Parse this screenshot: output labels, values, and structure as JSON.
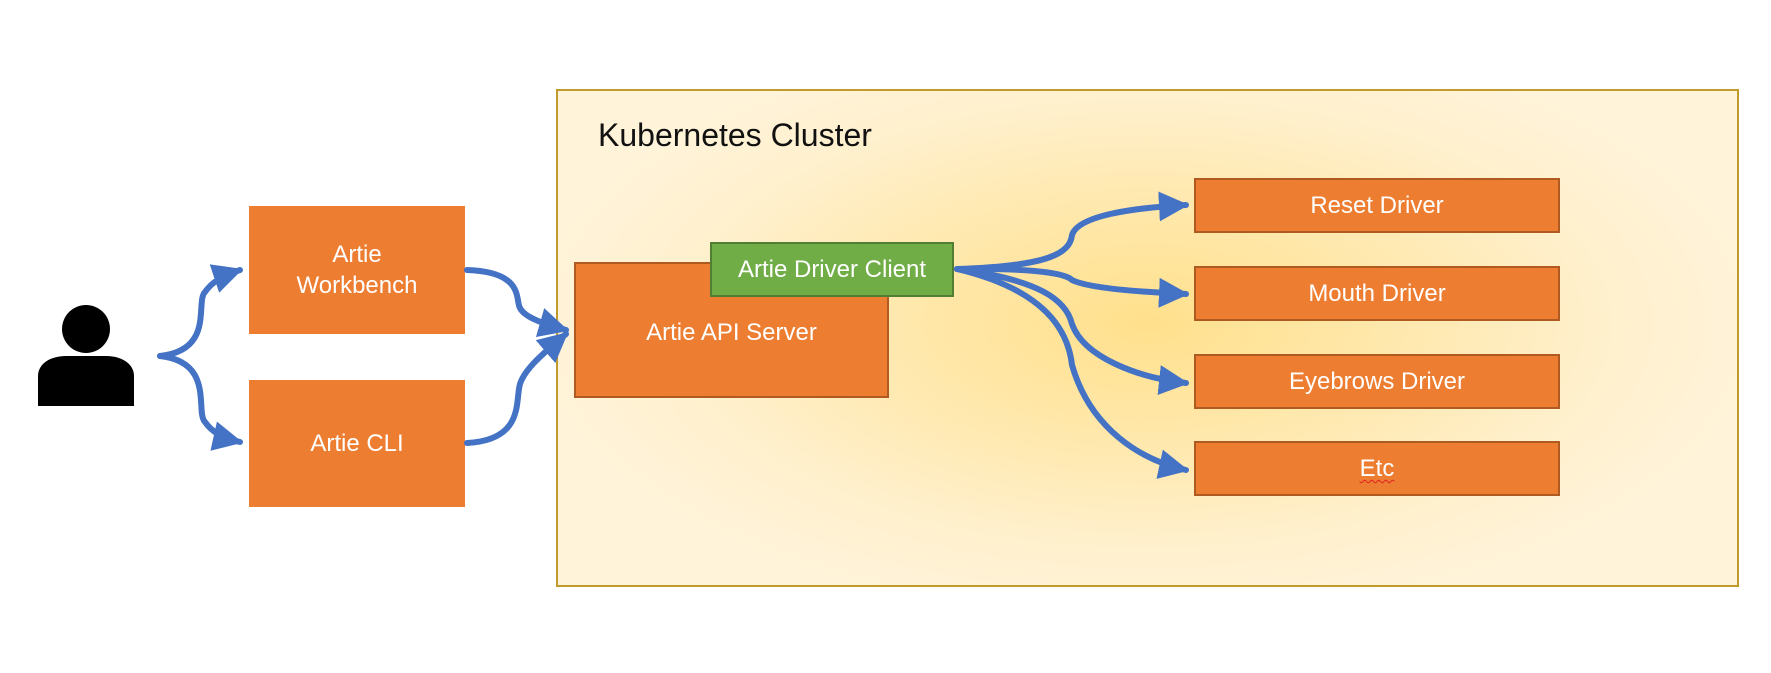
{
  "user": {
    "icon": "person-icon"
  },
  "clients": {
    "workbench": "Artie Workbench",
    "cli": "Artie CLI"
  },
  "cluster": {
    "title": "Kubernetes Cluster",
    "api_server": "Artie API Server",
    "driver_client": "Artie Driver Client",
    "drivers": [
      {
        "label": "Reset Driver"
      },
      {
        "label": "Mouth Driver"
      },
      {
        "label": "Eyebrows Driver"
      },
      {
        "label": "Etc"
      }
    ]
  },
  "colors": {
    "box_orange": "#ed7d31",
    "box_green": "#70ad47",
    "arrow_blue": "#4472c4",
    "cluster_fill": "#ffe699",
    "cluster_border": "#c09a2a",
    "person": "#000000"
  }
}
